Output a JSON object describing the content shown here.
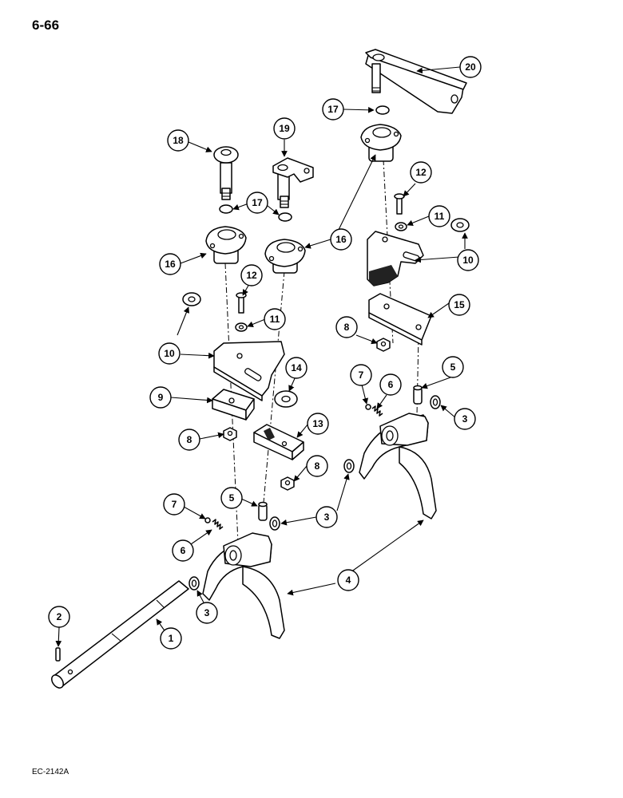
{
  "page_number": "6-66",
  "figure_code": "EC-2142A",
  "callouts": [
    "1",
    "2",
    "3",
    "4",
    "5",
    "6",
    "7",
    "8",
    "9",
    "10",
    "11",
    "12",
    "13",
    "14",
    "15",
    "16",
    "17",
    "18",
    "19",
    "20"
  ]
}
